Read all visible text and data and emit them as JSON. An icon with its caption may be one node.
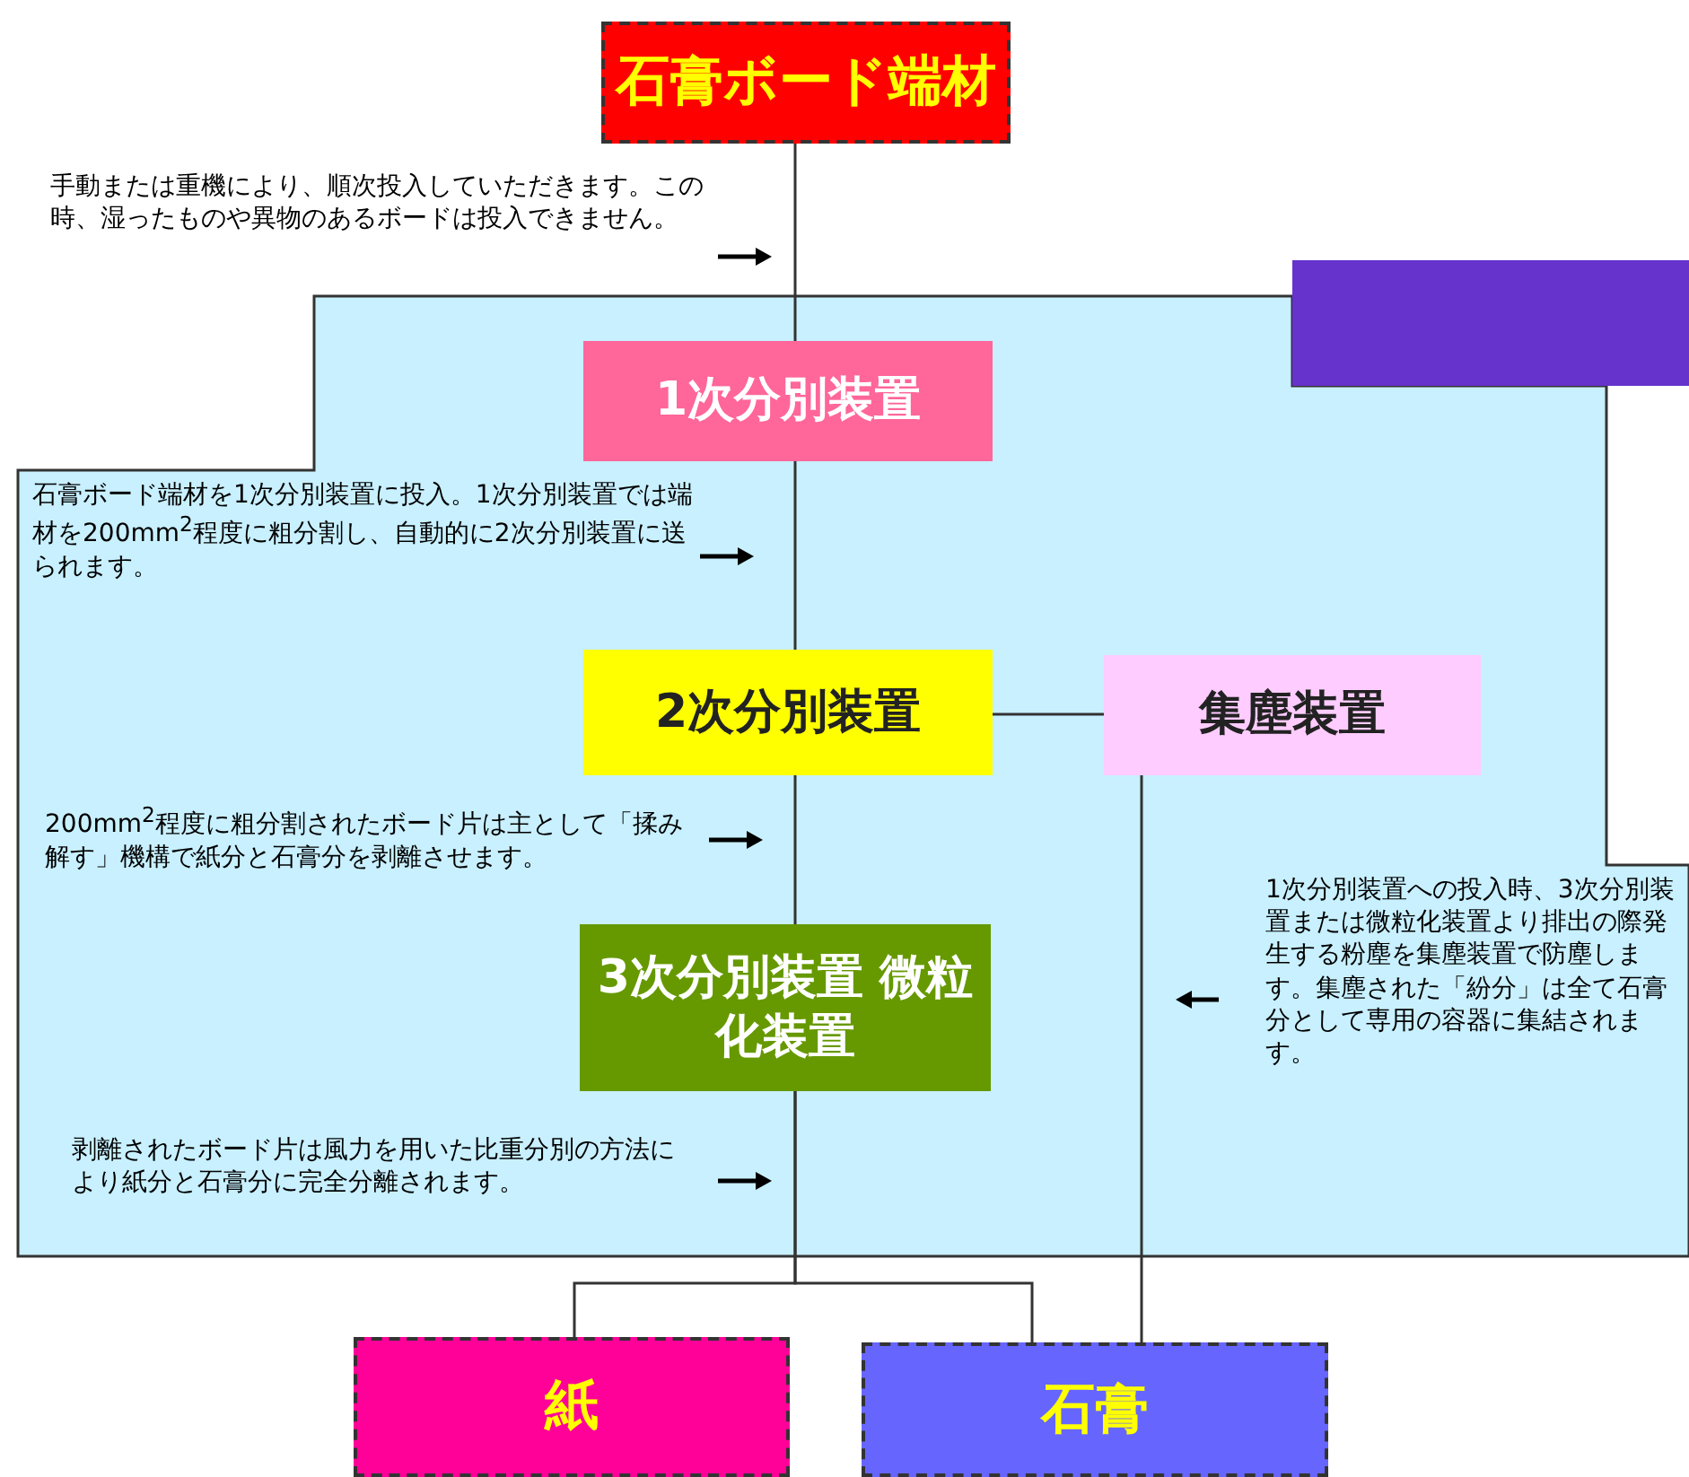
{
  "diagram": {
    "nodes": [
      {
        "text": [
          "石膏ボード端材"
        ]
      },
      {
        "text": [],
        "shape": "box"
      },
      {
        "text": [
          "1次分別装置"
        ]
      },
      {
        "text": [
          "2次分別装置"
        ]
      },
      {
        "text": [
          "集塵装置"
        ]
      },
      {
        "text": [
          "3次分別装置 微粒化装置"
        ]
      },
      {
        "text": [
          "紙"
        ]
      },
      {
        "text": [
          "石膏"
        ]
      }
    ],
    "edges": [
      {
        "from": 0,
        "to": 2,
        "arrow": "none"
      },
      {
        "from": 2,
        "to": 3,
        "arrow": "none"
      },
      {
        "from": 3,
        "to": 4,
        "arrow": "none"
      },
      {
        "from": 3,
        "to": 5,
        "arrow": "none"
      },
      {
        "from": 5,
        "to": 6,
        "arrow": "none"
      },
      {
        "from": 5,
        "to": 7,
        "arrow": "none"
      },
      {
        "from": 4,
        "to": 7,
        "arrow": "none"
      }
    ],
    "labels": [
      "手動または重機により、順次投入していただきます。この時、湿ったものや異物のあるボードは投入できません。",
      "石膏ボード端材を1次分別装置に投入。1次分別装置では端材を200mm$^{2}$程度に粗分割し、自動的に2次分別装置に送られます。",
      "200mm$^{2}$程度に粗分割されたボード片は主として「揉み解す」機構で紙分と石膏分を剥離させます。",
      "剥離されたボード片は風力を用いた比重分別の方法により紙分と石膏分に完全分離されます。",
      "1次分別装置への投入時、3次分別装置または微粒化装置より排出の際発生する粉塵を集塵装置で防塵します。集塵された「紛分」は全て石膏分として専用の容器に集結されます。"
    ]
  }
}
